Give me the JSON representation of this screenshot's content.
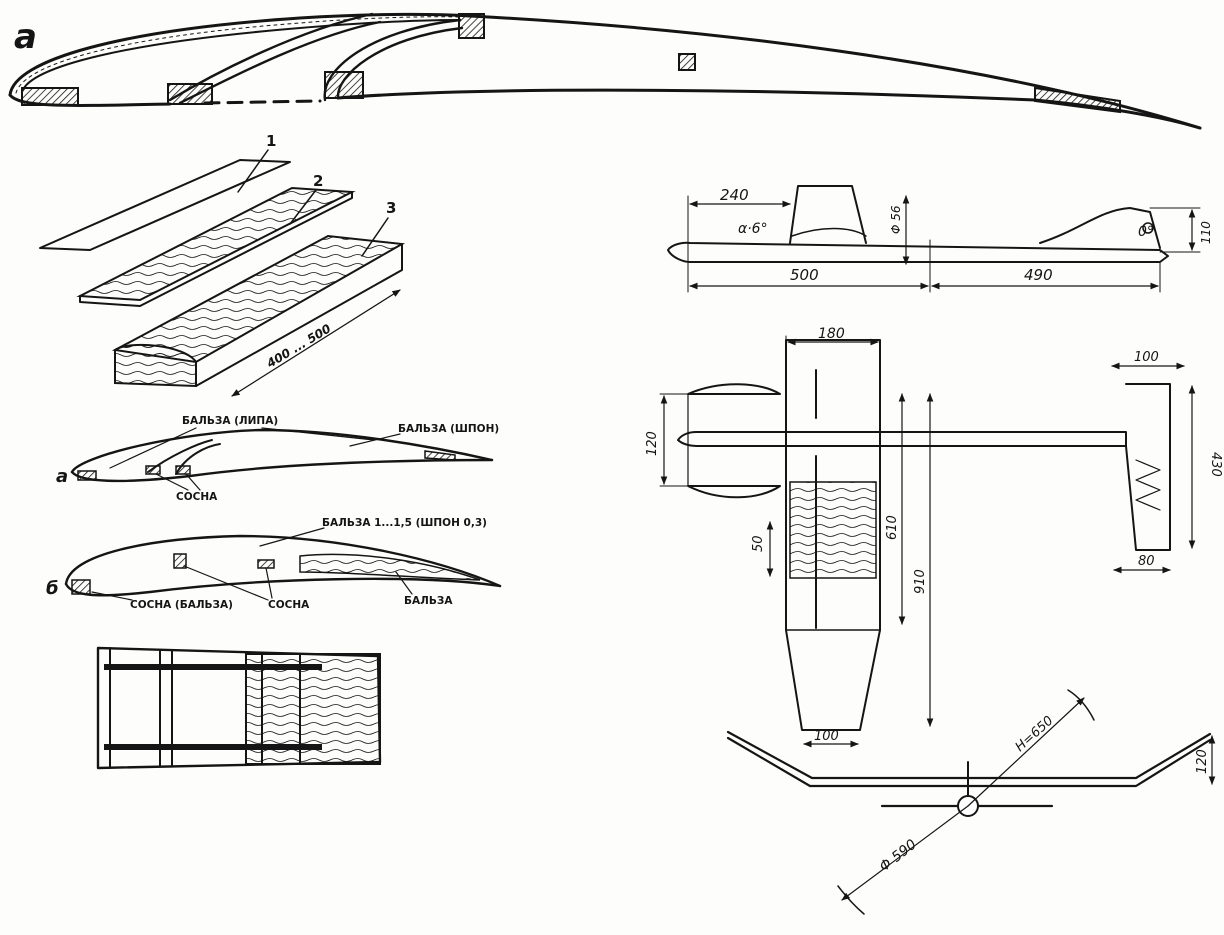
{
  "colors": {
    "ink": "#151515",
    "paper": "#fdfdfb",
    "wood": "#e9e3d2"
  },
  "section_a": {
    "letter": "a"
  },
  "layers": {
    "n1": "1",
    "n2": "2",
    "n3": "3",
    "length_range": "400 ... 500"
  },
  "profile_a": {
    "letter": "a",
    "balsa_lime": "БАЛЬЗА (ЛИПА)",
    "balsa_veneer": "БАЛЬЗА (ШПОН)",
    "pine": "СОСНА"
  },
  "profile_b": {
    "letter": "б",
    "balsa_skin": "БАЛЬЗА 1...1,5 (ШПОН 0,3)",
    "pine_balsa": "СОСНА (БАЛЬЗА)",
    "pine": "СОСНА",
    "balsa": "БАЛЬЗА"
  },
  "side_view": {
    "dim_240": "240",
    "angle_wing": "α·6°",
    "diam_56": "Φ 56",
    "dim_110": "110",
    "angle_tail": "0°",
    "dim_500": "500",
    "dim_490": "490"
  },
  "top_view": {
    "dim_180": "180",
    "dim_100_stab": "100",
    "dim_120": "120",
    "dim_430": "430",
    "dim_50": "50",
    "dim_610": "610",
    "dim_910": "910",
    "dim_80": "80",
    "dim_100_tip": "100"
  },
  "front_view": {
    "dim_h650": "H=650",
    "dim_120": "120",
    "diam_590": "Φ 590"
  }
}
